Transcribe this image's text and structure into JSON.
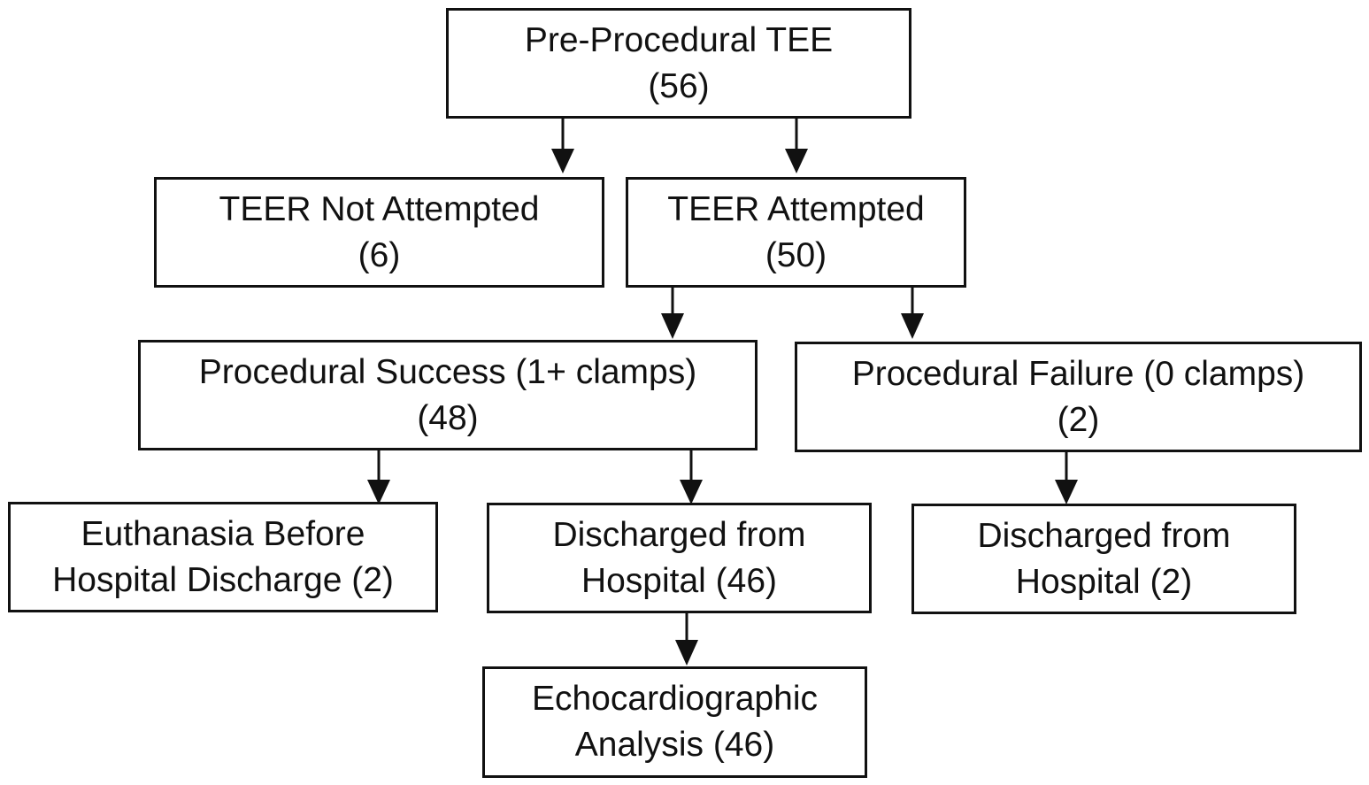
{
  "nodes": {
    "pre_procedural": {
      "line1": "Pre-Procedural TEE",
      "line2": "(56)"
    },
    "teer_not_attempted": {
      "line1": "TEER Not Attempted",
      "line2": "(6)"
    },
    "teer_attempted": {
      "line1": "TEER Attempted",
      "line2": "(50)"
    },
    "procedural_success": {
      "line1": "Procedural Success (1+ clamps)",
      "line2": "(48)"
    },
    "procedural_failure": {
      "line1": "Procedural Failure (0 clamps)",
      "line2": "(2)"
    },
    "euthanasia": {
      "line1": "Euthanasia Before",
      "line2": "Hospital Discharge (2)"
    },
    "discharged_success": {
      "line1": "Discharged from",
      "line2": "Hospital (46)"
    },
    "discharged_failure": {
      "line1": "Discharged from",
      "line2": "Hospital (2)"
    },
    "echo_analysis": {
      "line1": "Echocardiographic",
      "line2": "Analysis (46)"
    }
  },
  "edges": [
    {
      "from": "pre_procedural",
      "to": "teer_not_attempted"
    },
    {
      "from": "pre_procedural",
      "to": "teer_attempted"
    },
    {
      "from": "teer_attempted",
      "to": "procedural_success"
    },
    {
      "from": "teer_attempted",
      "to": "procedural_failure"
    },
    {
      "from": "procedural_success",
      "to": "euthanasia"
    },
    {
      "from": "procedural_success",
      "to": "discharged_success"
    },
    {
      "from": "procedural_failure",
      "to": "discharged_failure"
    },
    {
      "from": "discharged_success",
      "to": "echo_analysis"
    }
  ]
}
